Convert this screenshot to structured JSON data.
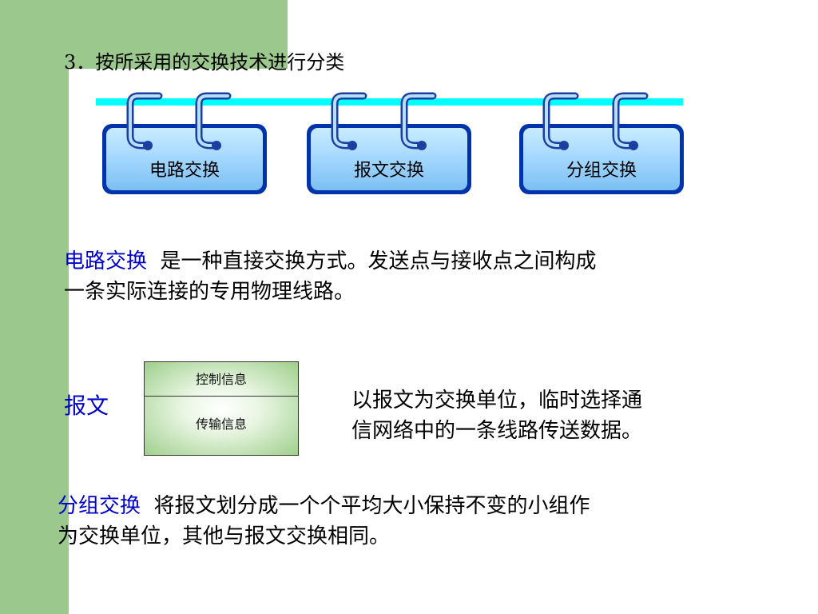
{
  "slide": {
    "title": "3．按所采用的交换技术进行分类",
    "boxes": [
      {
        "label": "电路交换"
      },
      {
        "label": "报文交换"
      },
      {
        "label": "分组交换"
      }
    ],
    "circuit": {
      "term": "电路交换",
      "line1": "是一种直接交换方式。发送点与接收点之间构成",
      "line2": "一条实际连接的专用物理线路。"
    },
    "message": {
      "term": "报文",
      "header_field": "控制信息",
      "body_field": "传输信息",
      "line1": "以报文为交换单位，临时选择通",
      "line2": "信网络中的一条线路传送数据。"
    },
    "packet": {
      "term": "分组交换",
      "line1": "将报文划分成一个个平均大小保持不变的小组作",
      "line2": "为交换单位，其他与报文交换相同。"
    }
  },
  "colors": {
    "accent_green": "#9bc98d",
    "rail_cyan": "#00ffff",
    "box_border": "#0033aa",
    "highlight_text": "#0000cc"
  }
}
